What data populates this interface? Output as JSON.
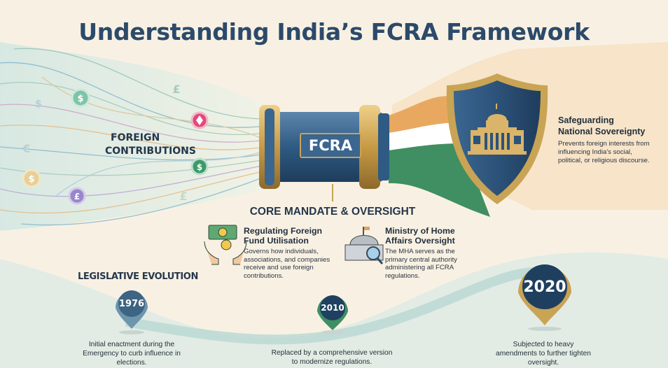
{
  "title": "Understanding India’s FCRA Framework",
  "foreign_contributions": {
    "line1": "FOREIGN",
    "line2": "CONTRIBUTIONS"
  },
  "currency_icons": [
    "dollar-icon",
    "pound-icon",
    "ethereum-icon",
    "euro-icon",
    "dollar-icon",
    "pound-icon"
  ],
  "pipe_label": "FCRA",
  "sovereignty": {
    "title_line1": "Safeguarding",
    "title_line2": "National Sovereignty",
    "body": "Prevents foreign interests from influencing India's social, political, or religious discourse."
  },
  "core": {
    "heading": "CORE MANDATE & OVERSIGHT",
    "items": [
      {
        "title": "Regulating Foreign Fund Utilisation",
        "body": "Governs how individuals, associations, and companies receive and use foreign contributions."
      },
      {
        "title": "Ministry of Home Affairs Oversight",
        "body": "The MHA serves as the primary central authority administering all FCRA regulations."
      }
    ]
  },
  "legislative": {
    "heading": "LEGISLATIVE EVOLUTION",
    "milestones": [
      {
        "year": "1976",
        "caption": "Initial enactment during the Emergency to curb influence in elections."
      },
      {
        "year": "2010",
        "caption": "Replaced by a comprehensive version to modernize regulations."
      },
      {
        "year": "2020",
        "caption": "Subjected to heavy amendments to further tighten oversight."
      }
    ]
  },
  "colors": {
    "navy": "#2c4a6a",
    "gold": "#c9a455",
    "saffron": "#e9a860",
    "green": "#3f8f62",
    "teal": "#a9d3cc"
  }
}
